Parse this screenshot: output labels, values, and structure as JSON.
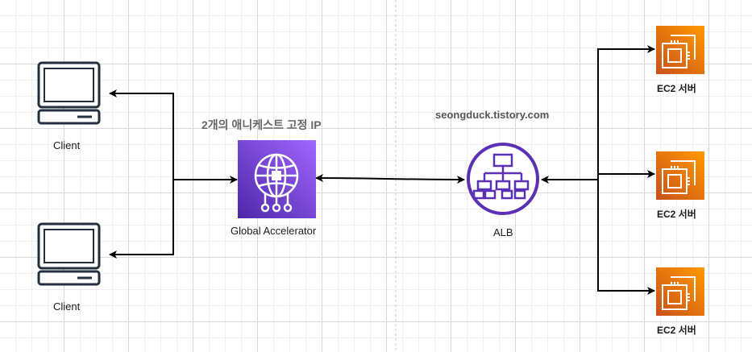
{
  "clients": [
    {
      "label": "Client",
      "icon": "client-computer-icon"
    },
    {
      "label": "Client",
      "icon": "client-computer-icon"
    }
  ],
  "accelerator": {
    "title": "2개의 애니케스트 고정 IP",
    "label": "Global Accelerator",
    "icon": "global-accelerator-icon",
    "color": "#7B3FE4"
  },
  "alb": {
    "label": "ALB",
    "icon": "application-load-balancer-icon",
    "color": "#5A30B5"
  },
  "watermark": "seongduck.tistory.com",
  "ec2": [
    {
      "label": "EC2 서버",
      "icon": "ec2-instance-icon"
    },
    {
      "label": "EC2 서버",
      "icon": "ec2-instance-icon"
    },
    {
      "label": "EC2 서버",
      "icon": "ec2-instance-icon"
    }
  ],
  "colors": {
    "ec2_gradient_top": "#F78E04",
    "ec2_gradient_bottom": "#D05C17",
    "connector": "#000000",
    "client_outline": "#232F3E"
  }
}
